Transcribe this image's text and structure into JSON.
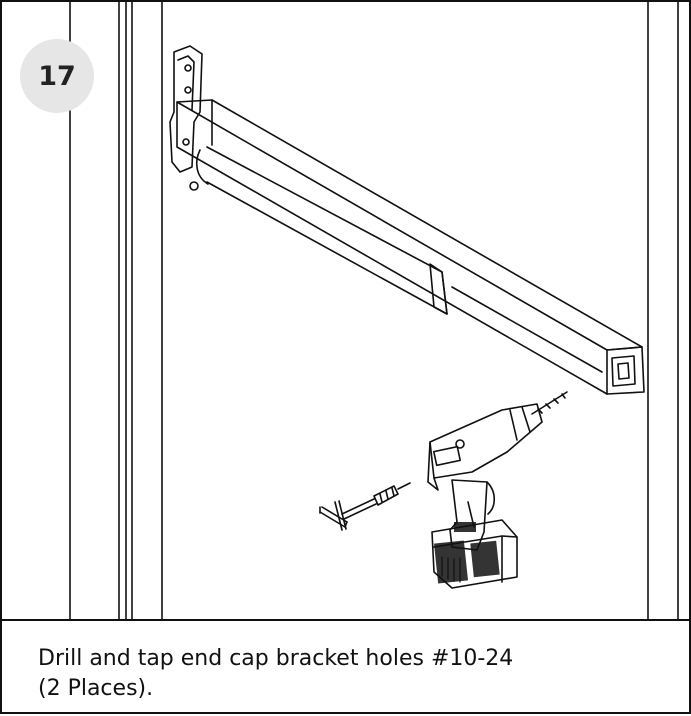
{
  "step": {
    "number": "17"
  },
  "caption": {
    "line1": "Drill and tap end cap bracket holes #10-24",
    "line2": "(2 Places)."
  }
}
